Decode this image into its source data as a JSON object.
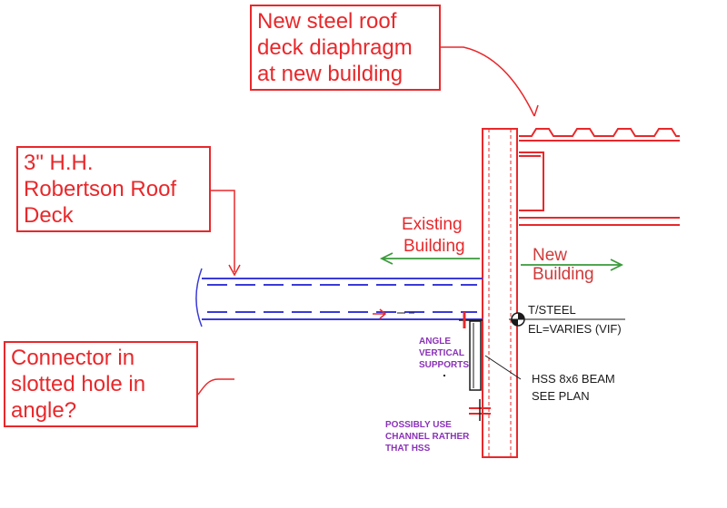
{
  "callouts": {
    "new_deck": [
      "New steel roof",
      "deck diaphragm",
      "at new building"
    ],
    "robertson": [
      "3\" H.H.",
      "Robertson Roof",
      "Deck"
    ],
    "connector": [
      "Connector in",
      "slotted hole in",
      "angle?"
    ]
  },
  "labels": {
    "existing": [
      "Existing",
      "Building"
    ],
    "new": [
      "New",
      "Building"
    ],
    "t_steel": "T/STEEL",
    "elevation": "EL=VARIES (VIF)",
    "hss": [
      "HSS 8x6 BEAM",
      "SEE PLAN"
    ]
  },
  "notes": {
    "angle": [
      "ANGLE",
      "VERTICAL",
      "SUPPORTS"
    ],
    "channel": [
      "POSSIBLY USE",
      "CHANNEL RATHER",
      "THAT HSS"
    ]
  },
  "colors": {
    "callout_red": "#e8282b",
    "deck_blue": "#3a3ad8",
    "arrow_green": "#3a9a3a",
    "note_purple": "#8a32b8",
    "linework": "#1a1a1a"
  }
}
